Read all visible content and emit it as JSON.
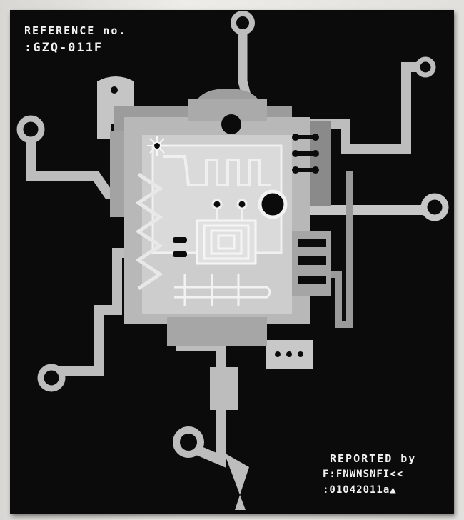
{
  "reference": {
    "label": "REFERENCE no.",
    "code": ":GZQ-011F"
  },
  "reported": {
    "label": "REPORTED by",
    "name": "F:FNWNSNFI<<",
    "date": ":01042011a▲"
  },
  "colors": {
    "background": "#0b0b0b",
    "silver_light": "#d2d2d2",
    "silver_mid": "#b4b4b4",
    "silver_dark": "#8e8e8e",
    "wall": "#e6e4e0",
    "text": "#f2f2f2"
  }
}
